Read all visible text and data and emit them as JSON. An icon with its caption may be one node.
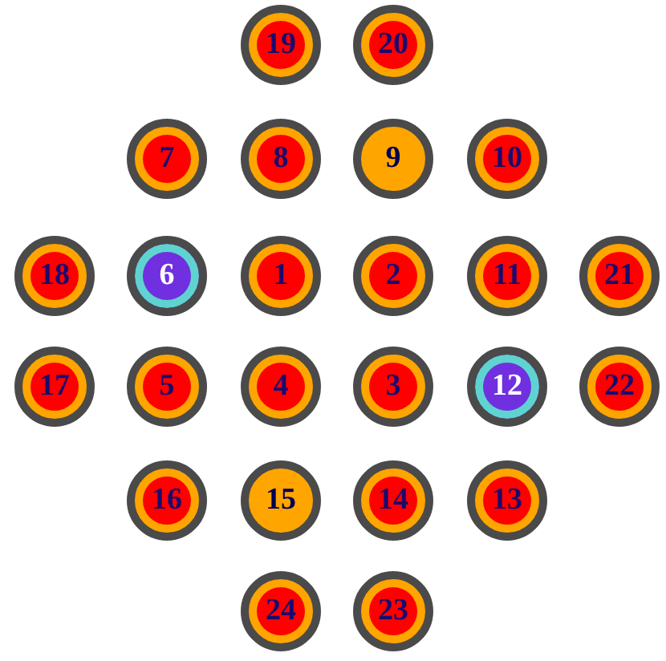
{
  "diagram": {
    "nodes": [
      {
        "text": [
          "19"
        ]
      },
      {
        "text": [
          "20"
        ]
      },
      {
        "text": [
          "7"
        ]
      },
      {
        "text": [
          "8"
        ]
      },
      {
        "text": [
          "9"
        ]
      },
      {
        "text": [
          "10"
        ]
      },
      {
        "text": [
          "18"
        ]
      },
      {
        "text": [
          "6"
        ]
      },
      {
        "text": [
          "1"
        ]
      },
      {
        "text": [
          "2"
        ]
      },
      {
        "text": [
          "11"
        ]
      },
      {
        "text": [
          "21"
        ]
      },
      {
        "text": [
          "17"
        ]
      },
      {
        "text": [
          "5"
        ]
      },
      {
        "text": [
          "4"
        ]
      },
      {
        "text": [
          "3"
        ]
      },
      {
        "text": [
          "12"
        ]
      },
      {
        "text": [
          "22"
        ]
      },
      {
        "text": [
          "16"
        ]
      },
      {
        "text": [
          "15"
        ]
      },
      {
        "text": [
          "14"
        ]
      },
      {
        "text": [
          "13"
        ]
      },
      {
        "text": [
          "24"
        ]
      },
      {
        "text": [
          "23"
        ]
      }
    ]
  }
}
